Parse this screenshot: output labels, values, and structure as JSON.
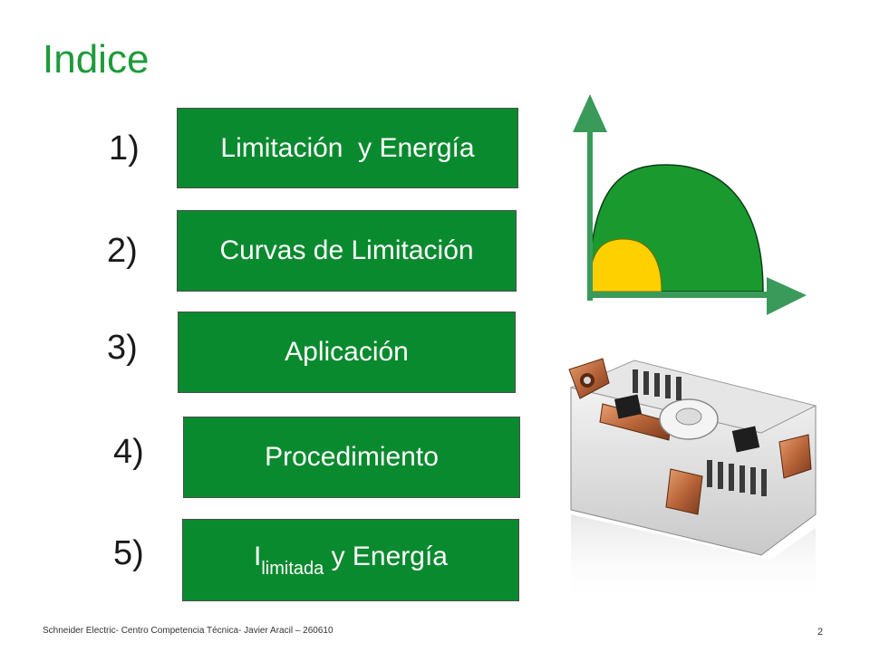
{
  "slide": {
    "title": "Indice",
    "items": [
      {
        "number": "1)",
        "label": "Limitación  y Energía"
      },
      {
        "number": "2)",
        "label": "Curvas de Limitación"
      },
      {
        "number": "3)",
        "label": "Aplicación"
      },
      {
        "number": "4)",
        "label": "Procedimiento"
      },
      {
        "number": "5)",
        "label_main": "I",
        "label_sub": "limitada",
        "label_rest": " y Energía"
      }
    ]
  },
  "footer": {
    "text": "Schneider Electric- Centro Competencia Técnica- Javier Aracil – 260610",
    "page": "2"
  },
  "colors": {
    "title": "#1e9a3a",
    "box_fill": "#0a8a2f",
    "curve_outer": "#1a9a2e",
    "curve_inner": "#ffd000",
    "axis": "#3a9a5a"
  },
  "icons": {
    "curve_graphic": "limitation-curve-icon",
    "device": "circuit-breaker-mechanism-image"
  }
}
